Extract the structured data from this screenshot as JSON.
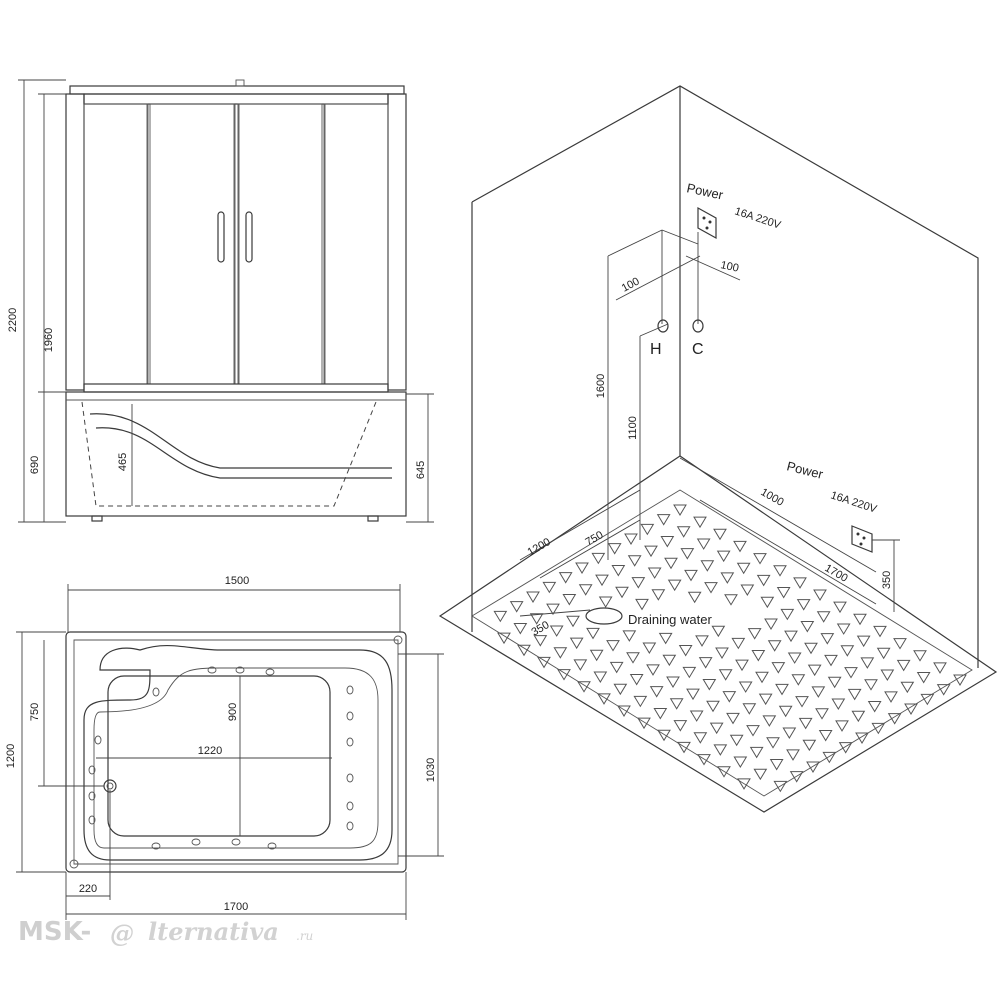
{
  "front_view": {
    "dims": {
      "total_height": "2200",
      "cabin_height": "1960",
      "tub_height": "690",
      "tub_inner": "465",
      "tub_edge": "645"
    }
  },
  "plan_view": {
    "dims": {
      "top_width": "1500",
      "depth": "1200",
      "seat": "750",
      "inner_length": "1220",
      "inner_depth": "900",
      "right_depth": "1030",
      "drain_offset": "220",
      "bottom_width": "1700"
    }
  },
  "room_view": {
    "power_label_1": "Power",
    "power_spec_1": "16A  220V",
    "power_label_2": "Power",
    "power_spec_2": "16A  220V",
    "hot_label": "H",
    "cold_label": "C",
    "drain_label": "Draining water",
    "dims": {
      "pipe_left": "100",
      "pipe_right": "100",
      "height_1600": "1600",
      "height_1100": "1100",
      "width_1200": "1200",
      "width_750": "750",
      "drain_350": "350",
      "len_1000": "1000",
      "len_1700": "1700",
      "socket_350": "350"
    }
  },
  "watermark": {
    "brand_left": "MSK-",
    "brand_at": "@",
    "brand_right": "lternativa",
    "brand_tld": ".ru"
  }
}
